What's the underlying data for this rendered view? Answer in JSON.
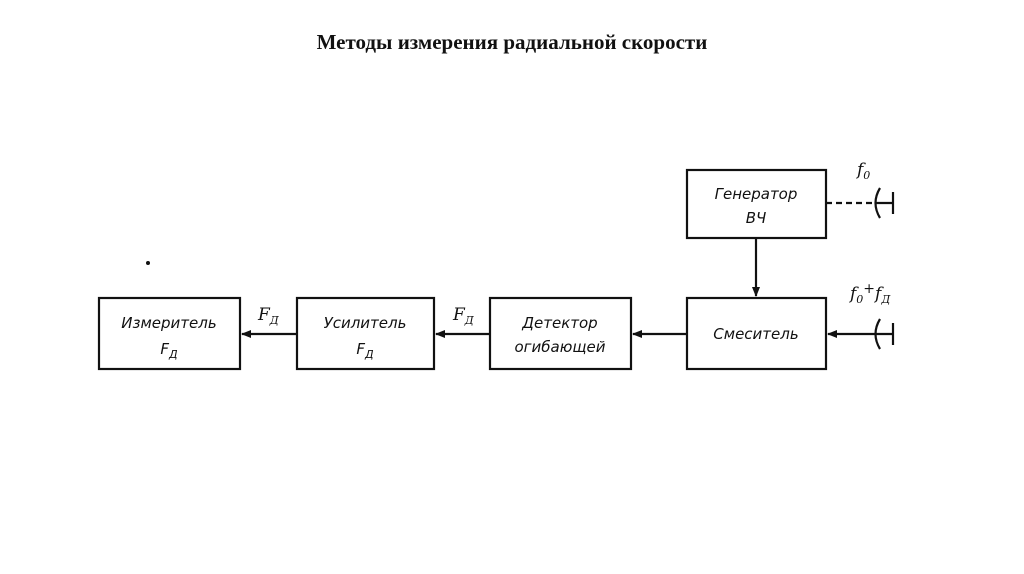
{
  "title": "Методы измерения радиальной скорости",
  "blocks": {
    "generator": {
      "line1": "Генератор",
      "line2": "ВЧ"
    },
    "mixer": {
      "label": "Смеситель"
    },
    "detector": {
      "line1": "Детектор",
      "line2": "огибающей"
    },
    "amplifier": {
      "line1": "Усилитель",
      "line2": "F",
      "line2_sub": "Д"
    },
    "meter": {
      "line1": "Измеритель",
      "line2": "F",
      "line2_sub": "Д"
    }
  },
  "signals": {
    "f0": {
      "main": "f",
      "sub": "0"
    },
    "f0_plus_fd": {
      "main1": "f",
      "sub1": "0",
      "plus": "+",
      "main2": "f",
      "sub2": "Д"
    },
    "fd_det_amp": {
      "main": "F",
      "sub": "Д"
    },
    "fd_amp_meter": {
      "main": "F",
      "sub": "Д"
    }
  }
}
